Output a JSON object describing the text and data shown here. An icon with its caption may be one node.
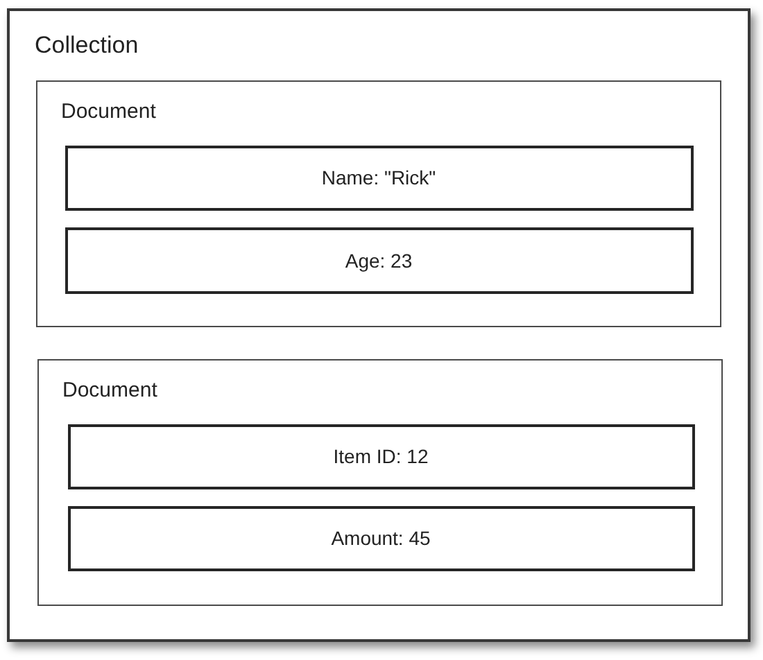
{
  "diagram": {
    "nodes": [
      {
        "text": [
          "Collection"
        ]
      },
      {
        "text": [
          "Document"
        ],
        "in": 0
      },
      {
        "text": [
          "Name: \"Rick\""
        ],
        "in": 1
      },
      {
        "text": [
          "Age: 23"
        ],
        "in": 1
      },
      {
        "text": [
          "Document"
        ],
        "in": 0
      },
      {
        "text": [
          "Item ID: 12"
        ],
        "in": 4
      },
      {
        "text": [
          "Amount: 45"
        ],
        "in": 4
      }
    ]
  }
}
